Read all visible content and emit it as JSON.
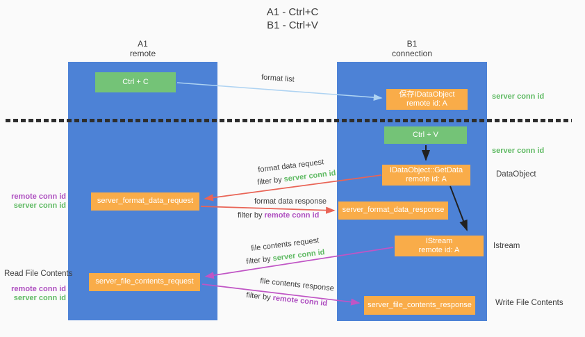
{
  "title": {
    "line1": "A1 - Ctrl+C",
    "line2": "B1 - Ctrl+V"
  },
  "lanes": {
    "left": {
      "id": "A1",
      "role": "remote"
    },
    "right": {
      "id": "B1",
      "role": "connection"
    }
  },
  "boxes": {
    "ctrl_c": {
      "label": "Ctrl + C"
    },
    "save_idataobject": {
      "line1": "保存IDataObject",
      "line2": "remote id: A"
    },
    "ctrl_v": {
      "label": "Ctrl + V"
    },
    "getdata": {
      "line1": "IDataObject::GetData",
      "line2": "remote id: A"
    },
    "format_request": {
      "label": "server_format_data_request"
    },
    "format_response": {
      "label": "server_format_data_response"
    },
    "istream": {
      "line1": "IStream",
      "line2": "remote id: A"
    },
    "file_request": {
      "label": "server_file_contents_request"
    },
    "file_response": {
      "label": "server_file_contents_response"
    }
  },
  "flow_labels": {
    "format_list": "format list",
    "format_data_request": "format data request",
    "format_data_response": "format data response",
    "file_contents_request": "file contents request",
    "file_contents_response": "file contents response",
    "filter_by": "filter by ",
    "server_conn_id": "server conn id",
    "remote_conn_id": "remote conn id"
  },
  "side_labels": {
    "server_conn_id_top": "server conn id",
    "server_conn_id_mid": "server conn id",
    "dataobject": "DataObject",
    "istream": "Istream",
    "write_file_contents": "Write File Contents",
    "read_file_contents": "Read File Contents",
    "remote_conn_id": "remote conn id",
    "server_conn_id": "server conn id"
  },
  "colors": {
    "lane_blue": "#4d82d6",
    "action_green": "#74c377",
    "message_orange": "#f9ac49",
    "arrow_red": "#e96456",
    "arrow_magenta": "#c055c5",
    "arrow_light_blue": "#aed3f2",
    "arrow_black": "#212121",
    "text_green": "#5fba63",
    "text_purple": "#ae4fc0",
    "background": "#fafafa"
  }
}
